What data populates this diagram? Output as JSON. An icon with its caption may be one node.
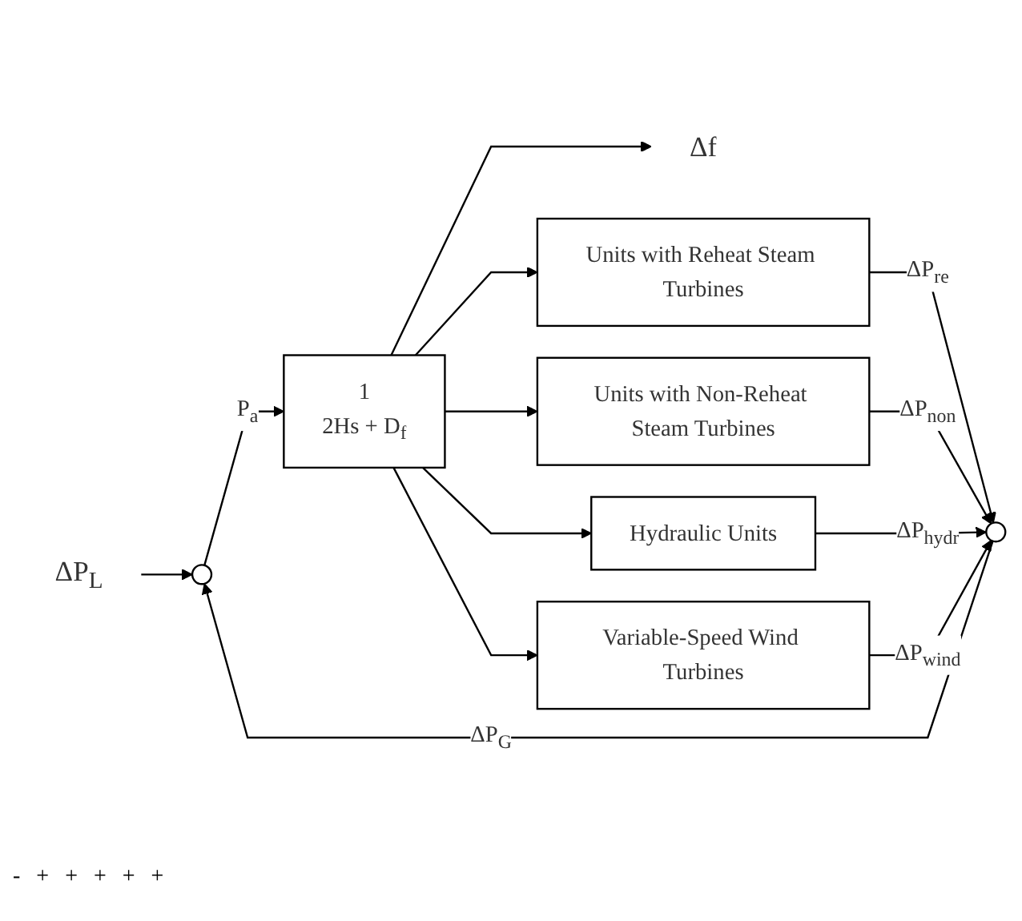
{
  "diagram": {
    "nodes": [
      {
        "text": [
          "ΔP$_{L}$"
        ]
      },
      {
        "text": [],
        "shape": "circle"
      },
      {
        "text": [
          "1",
          "2Hs + D$_{f}$"
        ]
      },
      {
        "text": [
          "Δf"
        ]
      },
      {
        "text": [],
        "shape": "circle"
      },
      {
        "text": [
          "Units with Reheat Steam Turbines"
        ]
      },
      {
        "text": [
          "Units with Non-Reheat Steam Turbines"
        ]
      },
      {
        "text": [
          "Hydraulic Units"
        ]
      },
      {
        "text": [
          "Variable-Speed Wind Turbines"
        ]
      }
    ],
    "edges": [
      {
        "from": 0,
        "to": 1,
        "arrow": "to"
      },
      {
        "from": 1,
        "to": 2,
        "arrow": "to",
        "label": "P$_{a}$"
      },
      {
        "from": 2,
        "to": 3,
        "arrow": "to"
      },
      {
        "from": 4,
        "to": 1,
        "arrow": "to",
        "label": "ΔP$_{G}$"
      },
      {
        "from": 2,
        "to": 5,
        "arrow": "to"
      },
      {
        "from": 2,
        "to": 6,
        "arrow": "to"
      },
      {
        "from": 2,
        "to": 7,
        "arrow": "to"
      },
      {
        "from": 2,
        "to": 8,
        "arrow": "to"
      },
      {
        "from": 5,
        "to": 4,
        "arrow": "to",
        "label": "ΔP$_{re}$"
      },
      {
        "from": 6,
        "to": 4,
        "arrow": "to",
        "label": "ΔP$_{non}$"
      },
      {
        "from": 7,
        "to": 4,
        "arrow": "to",
        "label": "ΔP$_{hydr}$"
      },
      {
        "from": 8,
        "to": 4,
        "arrow": "to",
        "label": "ΔP$_{wind}$"
      }
    ],
    "labels": [
      "-",
      "+",
      "+",
      "+",
      "+",
      "+"
    ]
  }
}
